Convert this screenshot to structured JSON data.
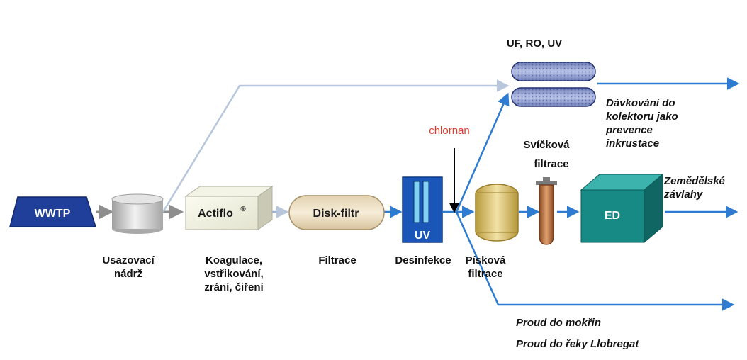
{
  "diagram": {
    "nodes": {
      "wwtp": "WWTP",
      "actiflo": "Actiflo",
      "actiflo_mark": "®",
      "diskfiltr": "Disk-filtr",
      "uv": "UV",
      "ed": "ED"
    },
    "labels": {
      "usazovaci_1": "Usazovací",
      "usazovaci_2": "nádrž",
      "koagulace_1": "Koagulace,",
      "koagulace_2": "vstřikování,",
      "koagulace_3": "zrání, čiření",
      "filtrace": "Filtrace",
      "desinfekce": "Desinfekce",
      "piskova_1": "Písková",
      "piskova_2": "filtrace",
      "svickova_1": "Svíčková",
      "svickova_2": "filtrace",
      "uf_ro_uv": "UF, RO, UV",
      "chlornan": "chlornan"
    },
    "outputs": {
      "davkovani_1": "Dávkování do",
      "davkovani_2": "kolektoru jako",
      "davkovani_3": "prevence",
      "davkovani_4": "inkrustace",
      "zemedelske_1": "Zemědělské",
      "zemedelske_2": "závlahy",
      "mokrin": "Proud do mokřin",
      "llobregat": "Proud do řeky Llobregat"
    },
    "colors": {
      "wwtp_fill": "#1f3f9a",
      "uv_fill": "#1a56b8",
      "ed_fill": "#178a86",
      "arrow_gray": "#8e8e8e",
      "arrow_lightblue": "#b8c6dc",
      "arrow_blue": "#2e7cd1",
      "chlornan_text": "#e03a2f"
    }
  }
}
